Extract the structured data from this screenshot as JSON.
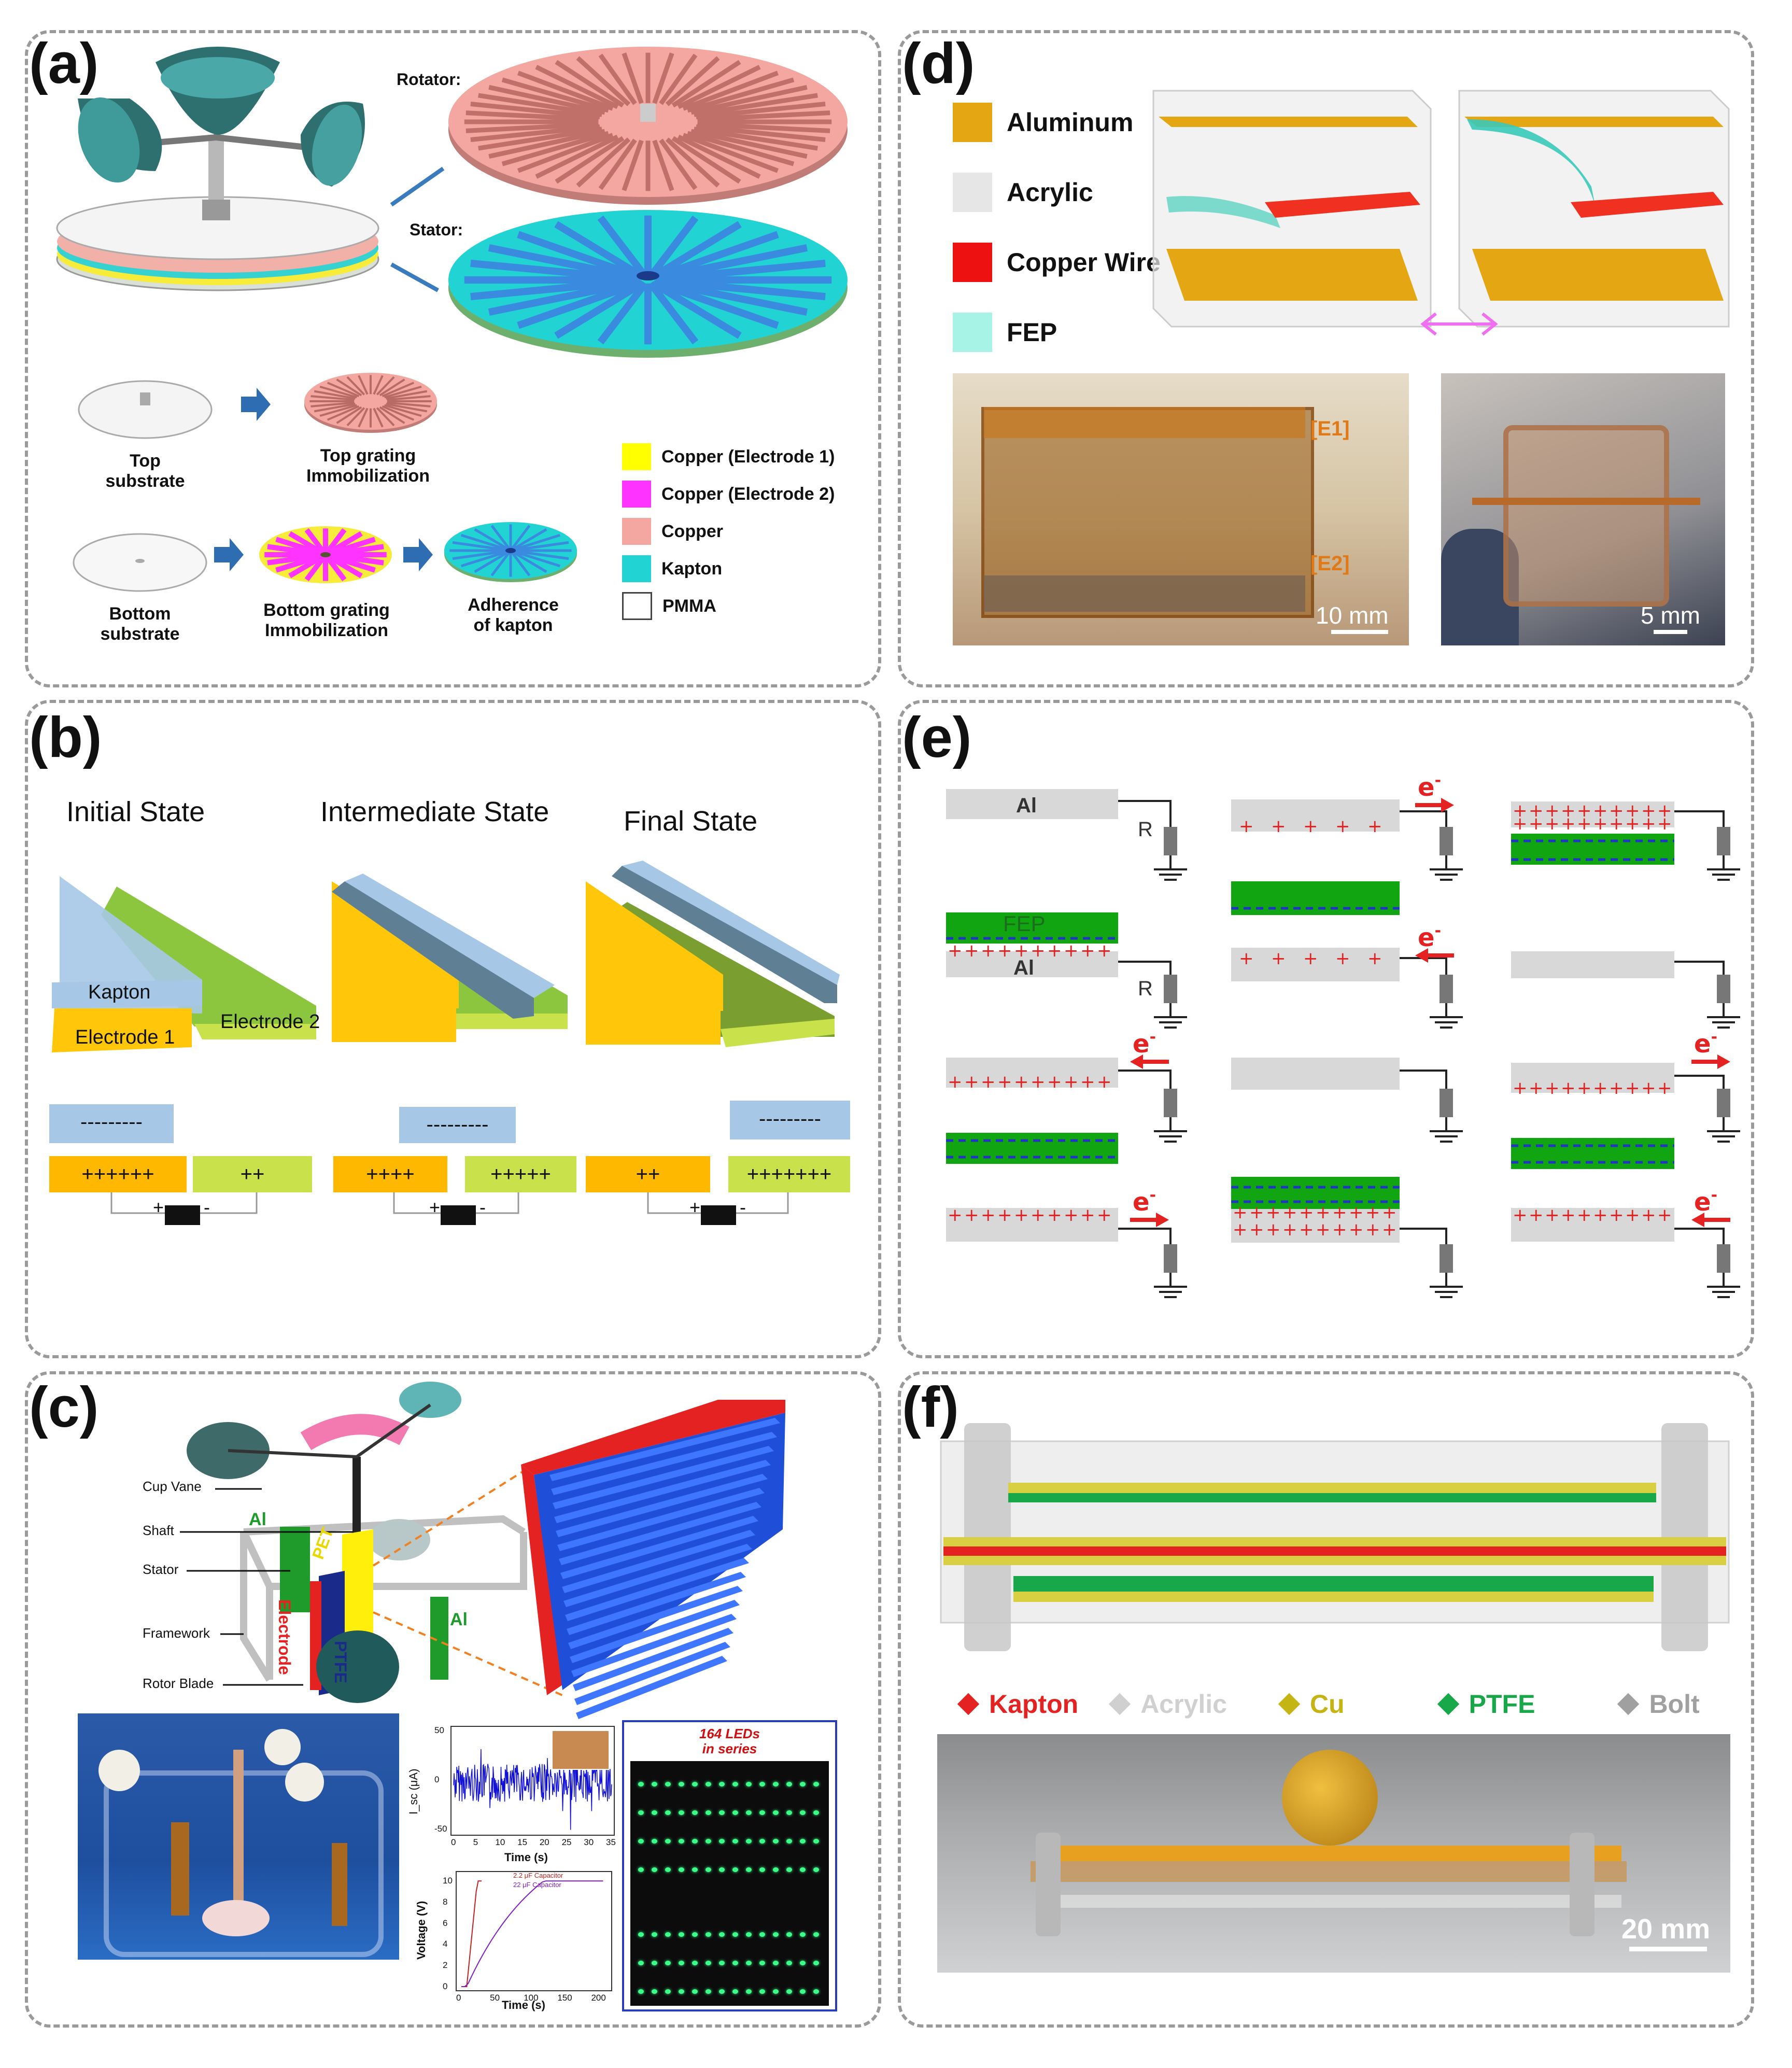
{
  "panels": {
    "a": {
      "label": "(a)",
      "rotator_label": "Rotator:",
      "stator_label": "Stator:",
      "steps": {
        "top_substrate": "Top\nsubstrate",
        "top_grating": "Top grating\nImmobilization",
        "bottom_substrate": "Bottom\nsubstrate",
        "bottom_grating": "Bottom grating\nImmobilization",
        "adherence": "Adherence\nof kapton"
      },
      "legend": [
        {
          "label": "Copper (Electrode 1)",
          "color": "#ffff00"
        },
        {
          "label": "Copper (Electrode 2)",
          "color": "#ff33ff"
        },
        {
          "label": "Copper",
          "color": "#f4a6a0"
        },
        {
          "label": "Kapton",
          "color": "#22d3d3"
        },
        {
          "label": "PMMA",
          "color": "#ffffff"
        }
      ]
    },
    "b": {
      "label": "(b)",
      "states": [
        "Initial State",
        "Intermediate State",
        "Final State"
      ],
      "layer_labels": {
        "kapton": "Kapton",
        "electrode1": "Electrode 1",
        "electrode2": "Electrode 2"
      },
      "charges": {
        "initial": {
          "kapton": "---------",
          "e1": "++++++",
          "e2": "++"
        },
        "intermediate": {
          "kapton": "---------",
          "e1": "++++",
          "e2": "+++++"
        },
        "final": {
          "kapton": "---------",
          "e1": "++",
          "e2": "+++++++"
        }
      },
      "terminals": {
        "plus": "+",
        "minus": "-"
      }
    },
    "c": {
      "label": "(c)",
      "callouts": [
        "Cup Vane",
        "Shaft",
        "Stator",
        "Framework",
        "Rotor Blade"
      ],
      "part_labels": {
        "al": "Al",
        "pet": "PET",
        "ptfe": "PTFE",
        "electrode": "Electrode"
      },
      "plot1": {
        "ylabel": "I_sc (μA)",
        "xlabel": "Time (s)",
        "xticks": [
          "0",
          "5",
          "10",
          "15",
          "20",
          "25",
          "30",
          "35"
        ],
        "yticks": [
          "50",
          "0",
          "-50"
        ]
      },
      "plot2": {
        "ylabel": "Voltage (V)",
        "xlabel": "Time (s)",
        "xticks": [
          "0",
          "50",
          "100",
          "150",
          "200"
        ],
        "yticks": [
          "10",
          "8",
          "6",
          "4",
          "2",
          "0"
        ],
        "legend": [
          "2.2 μF Capacitor",
          "22 μF Capacitor"
        ]
      },
      "led_title": "164 LEDs\nin series"
    },
    "d": {
      "label": "(d)",
      "legend": [
        {
          "label": "Aluminum",
          "color": "#e4a612"
        },
        {
          "label": "Acrylic",
          "color": "#e6e6e6"
        },
        {
          "label": "Copper Wire",
          "color": "#ee1111"
        },
        {
          "label": "FEP",
          "color": "#a7f3e6"
        }
      ],
      "photo_labels": {
        "e1": "[E1]",
        "e2": "[E2]"
      },
      "scale1": "10 mm",
      "scale2": "5 mm"
    },
    "e": {
      "label": "(e)",
      "al": "Al",
      "al2": "Al",
      "fep": "FEP",
      "r": "R",
      "r2": "R",
      "electron": "e",
      "sup": "-"
    },
    "f": {
      "label": "(f)",
      "legend": [
        {
          "label": "Kapton",
          "color": "#e52222"
        },
        {
          "label": "Acrylic",
          "color": "#d0d0d0"
        },
        {
          "label": "Cu",
          "color": "#c4b414"
        },
        {
          "label": "PTFE",
          "color": "#18a84a"
        },
        {
          "label": "Bolt",
          "color": "#a0a0a0"
        }
      ],
      "scale": "20 mm"
    }
  }
}
